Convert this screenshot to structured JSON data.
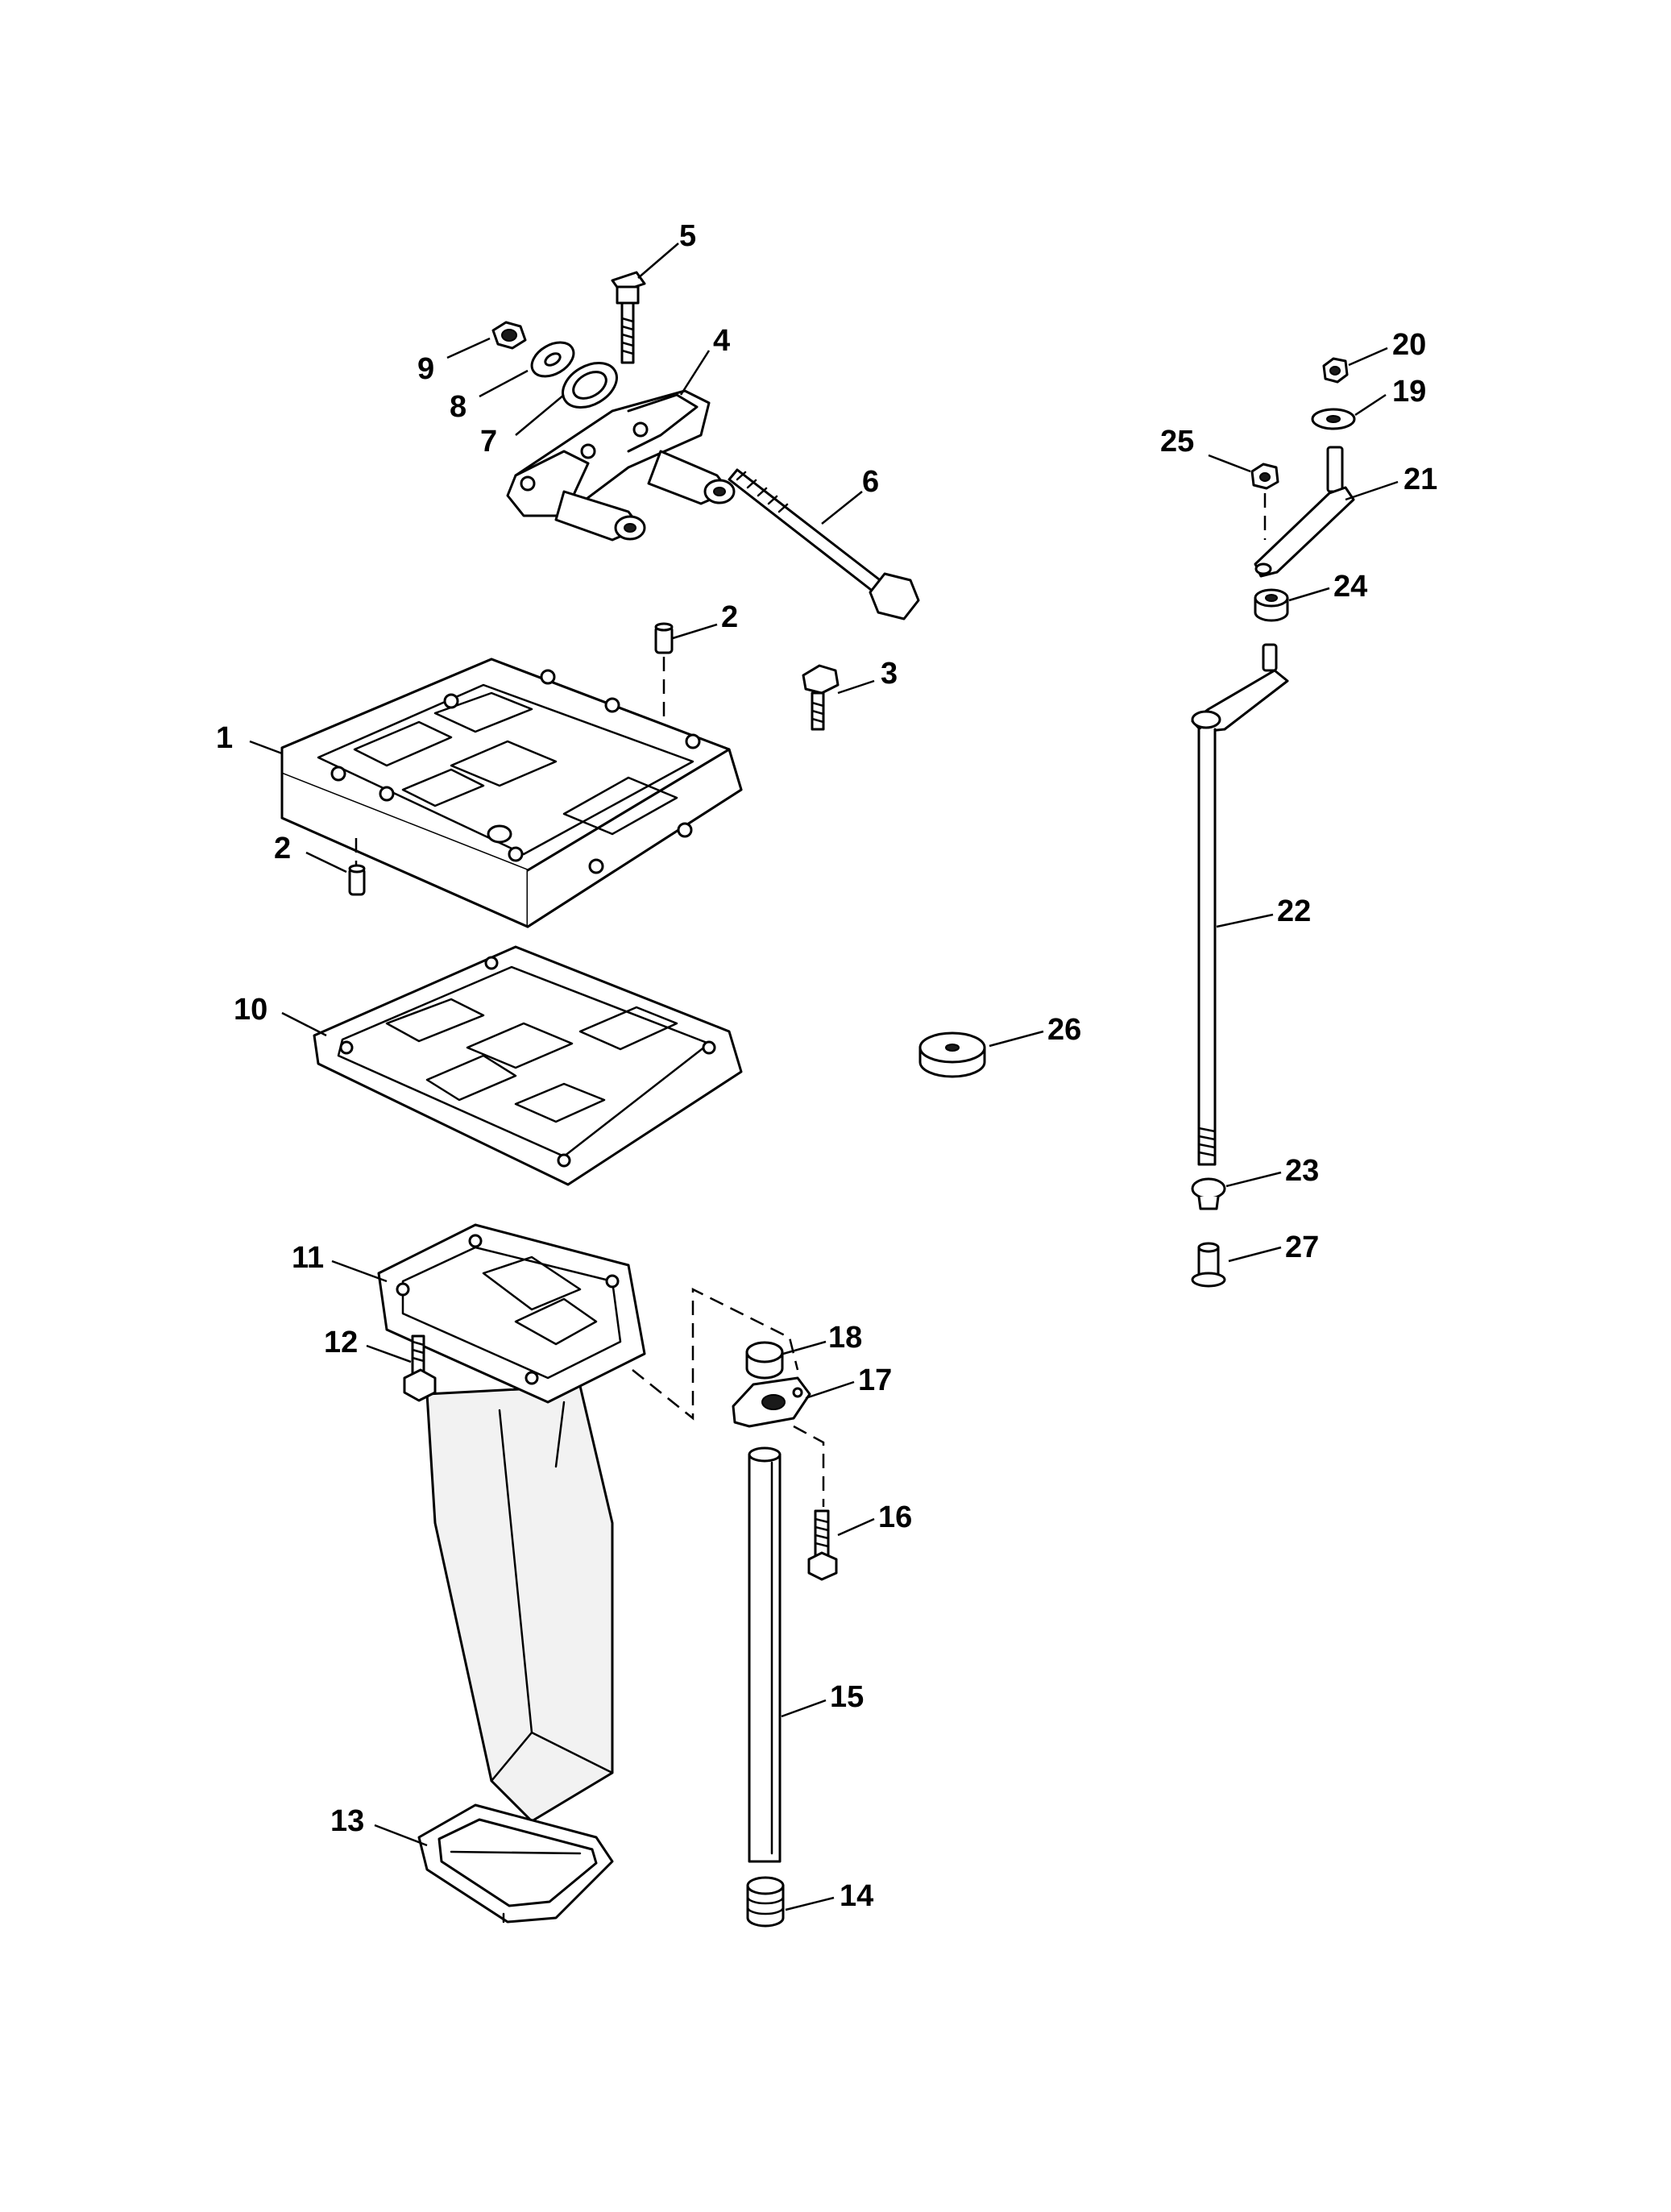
{
  "callouts": [
    {
      "id": "1",
      "label": "1"
    },
    {
      "id": "2a",
      "label": "2"
    },
    {
      "id": "2b",
      "label": "2"
    },
    {
      "id": "3",
      "label": "3"
    },
    {
      "id": "4",
      "label": "4"
    },
    {
      "id": "5",
      "label": "5"
    },
    {
      "id": "6",
      "label": "6"
    },
    {
      "id": "7",
      "label": "7"
    },
    {
      "id": "8",
      "label": "8"
    },
    {
      "id": "9",
      "label": "9"
    },
    {
      "id": "10",
      "label": "10"
    },
    {
      "id": "11",
      "label": "11"
    },
    {
      "id": "12",
      "label": "12"
    },
    {
      "id": "13",
      "label": "13"
    },
    {
      "id": "14",
      "label": "14"
    },
    {
      "id": "15",
      "label": "15"
    },
    {
      "id": "16",
      "label": "16"
    },
    {
      "id": "17",
      "label": "17"
    },
    {
      "id": "18",
      "label": "18"
    },
    {
      "id": "19",
      "label": "19"
    },
    {
      "id": "20",
      "label": "20"
    },
    {
      "id": "21",
      "label": "21"
    },
    {
      "id": "22",
      "label": "22"
    },
    {
      "id": "23",
      "label": "23"
    },
    {
      "id": "24",
      "label": "24"
    },
    {
      "id": "25",
      "label": "25"
    },
    {
      "id": "26",
      "label": "26"
    },
    {
      "id": "27",
      "label": "27"
    }
  ]
}
